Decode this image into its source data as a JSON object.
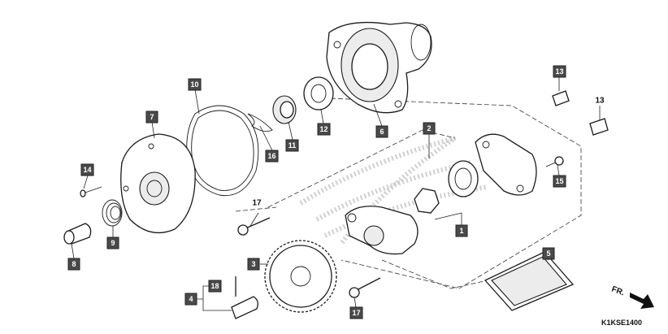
{
  "diagram": {
    "code": "K1KSE1400",
    "direction_label": "FR.",
    "callouts": [
      {
        "id": "c1",
        "text": "1",
        "boxed": true
      },
      {
        "id": "c2",
        "text": "2",
        "boxed": true
      },
      {
        "id": "c3",
        "text": "3",
        "boxed": true
      },
      {
        "id": "c4",
        "text": "4",
        "boxed": true
      },
      {
        "id": "c5",
        "text": "5",
        "boxed": true
      },
      {
        "id": "c6",
        "text": "6",
        "boxed": true
      },
      {
        "id": "c7",
        "text": "7",
        "boxed": true
      },
      {
        "id": "c8",
        "text": "8",
        "boxed": true
      },
      {
        "id": "c9",
        "text": "9",
        "boxed": true
      },
      {
        "id": "c10",
        "text": "10",
        "boxed": true
      },
      {
        "id": "c11",
        "text": "11",
        "boxed": true
      },
      {
        "id": "c12",
        "text": "12",
        "boxed": true
      },
      {
        "id": "c13a",
        "text": "13",
        "boxed": true
      },
      {
        "id": "c13b",
        "text": "13",
        "boxed": false
      },
      {
        "id": "c14",
        "text": "14",
        "boxed": true
      },
      {
        "id": "c15",
        "text": "15",
        "boxed": true
      },
      {
        "id": "c16",
        "text": "16",
        "boxed": true
      },
      {
        "id": "c17a",
        "text": "17",
        "boxed": false
      },
      {
        "id": "c17b",
        "text": "17",
        "boxed": true
      },
      {
        "id": "c18",
        "text": "18",
        "boxed": true
      }
    ]
  }
}
